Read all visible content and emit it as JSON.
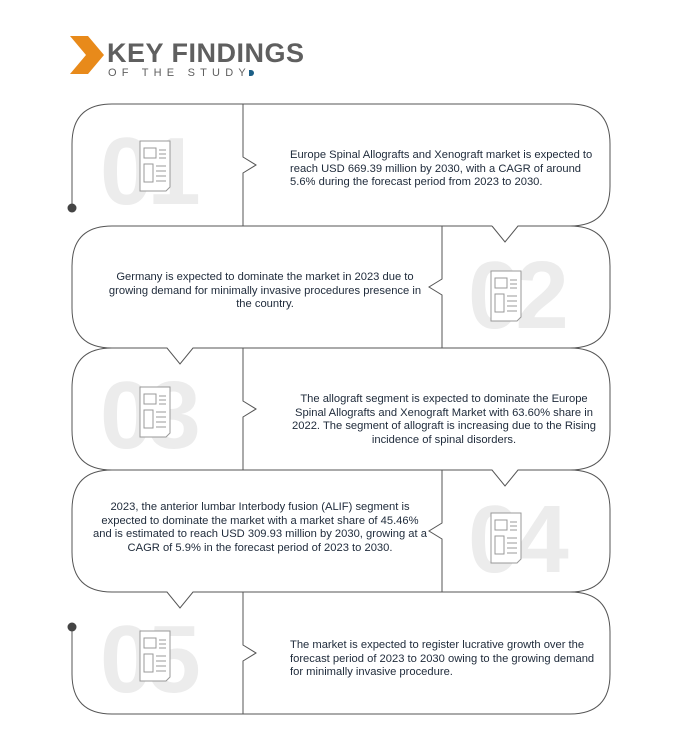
{
  "header": {
    "title": "KEY FINDINGS",
    "subtitle": "OF THE STUDY",
    "accent_color": "#e88a1a"
  },
  "findings": [
    {
      "number": "01",
      "text": "Europe Spinal Allografts and Xenograft market is expected to reach USD  669.39 million by 2030, with a CAGR of around 5.6% during the forecast period from 2023 to 2030."
    },
    {
      "number": "02",
      "text": "Germany is expected to dominate the market in 2023 due to growing demand for minimally invasive procedures presence in the country."
    },
    {
      "number": "03",
      "text": "The allograft segment is expected to dominate the Europe Spinal Allografts and Xenograft Market with 63.60% share in 2022. The segment of  allograft is increasing due to the Rising incidence of spinal disorders."
    },
    {
      "number": "04",
      "text": "2023, the anterior lumbar Interbody fusion (ALIF) segment is expected to dominate the market with a market share of 45.46% and is estimated to reach USD 309.93 million by 2030, growing at a CAGR of 5.9% in the forecast period of 2023 to 2030."
    },
    {
      "number": "05",
      "text": "The market is expected to register lucrative growth over the forecast period of 2023 to 2030 owing to the growing demand for minimally invasive procedure."
    }
  ]
}
